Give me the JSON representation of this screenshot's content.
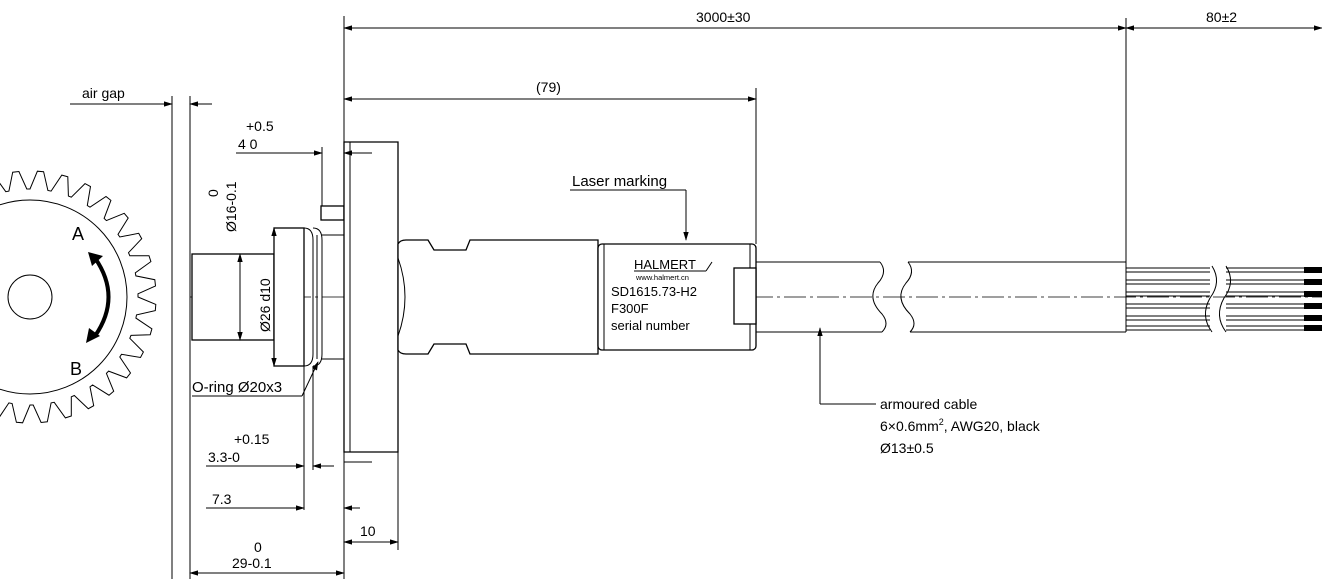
{
  "dimensions": {
    "total_cable_length": "3000±30",
    "wire_strip_length": "80±2",
    "body_length": "(79)",
    "flange_tol_upper": "+0.5",
    "flange_nominal": "4 0",
    "diameter_tol_upper": "0",
    "diameter_nominal": "Ø16-0.1",
    "diameter_26": "Ø26 d10",
    "groove_tol_upper": "+0.15",
    "groove_nominal": "3.3-0",
    "groove_depth": "7.3",
    "flange_thickness": "10",
    "length_tol_upper": "0",
    "length_nominal": "29-0.1"
  },
  "labels": {
    "air_gap": "air gap",
    "laser_marking": "Laser marking",
    "o_ring": "O-ring Ø20x3",
    "direction_a": "A",
    "direction_b": "B",
    "cable_line1": "armoured cable",
    "cable_line2_pre": "6×0.6mm",
    "cable_line2_sup": "2",
    "cable_line2_post": ", AWG20, black",
    "cable_line3": "Ø13±0.5"
  },
  "marking": {
    "brand": "HALMERT",
    "website": "www.halmert.cn",
    "part_number": "SD1615.73-H2",
    "code": "F300F",
    "serial": "serial number"
  }
}
